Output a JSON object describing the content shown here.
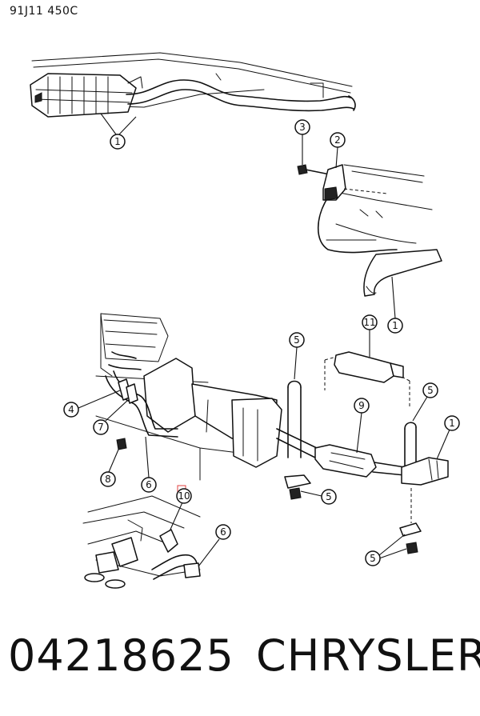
{
  "header": {
    "code": "91J11  450C"
  },
  "footer": {
    "part_number": "04218625",
    "brand": "CHRYSLER"
  },
  "callouts": [
    {
      "id": "c1a",
      "label": "1"
    },
    {
      "id": "c3",
      "label": "3"
    },
    {
      "id": "c2",
      "label": "2"
    },
    {
      "id": "c1b",
      "label": "1"
    },
    {
      "id": "c11",
      "label": "11"
    },
    {
      "id": "c5a",
      "label": "5"
    },
    {
      "id": "c5b",
      "label": "5"
    },
    {
      "id": "c1c",
      "label": "1"
    },
    {
      "id": "c9",
      "label": "9"
    },
    {
      "id": "c4",
      "label": "4"
    },
    {
      "id": "c7",
      "label": "7"
    },
    {
      "id": "c8",
      "label": "8"
    },
    {
      "id": "c6a",
      "label": "6"
    },
    {
      "id": "c10",
      "label": "10"
    },
    {
      "id": "c5c",
      "label": "5"
    },
    {
      "id": "c6b",
      "label": "6"
    },
    {
      "id": "c5d",
      "label": "5"
    }
  ]
}
